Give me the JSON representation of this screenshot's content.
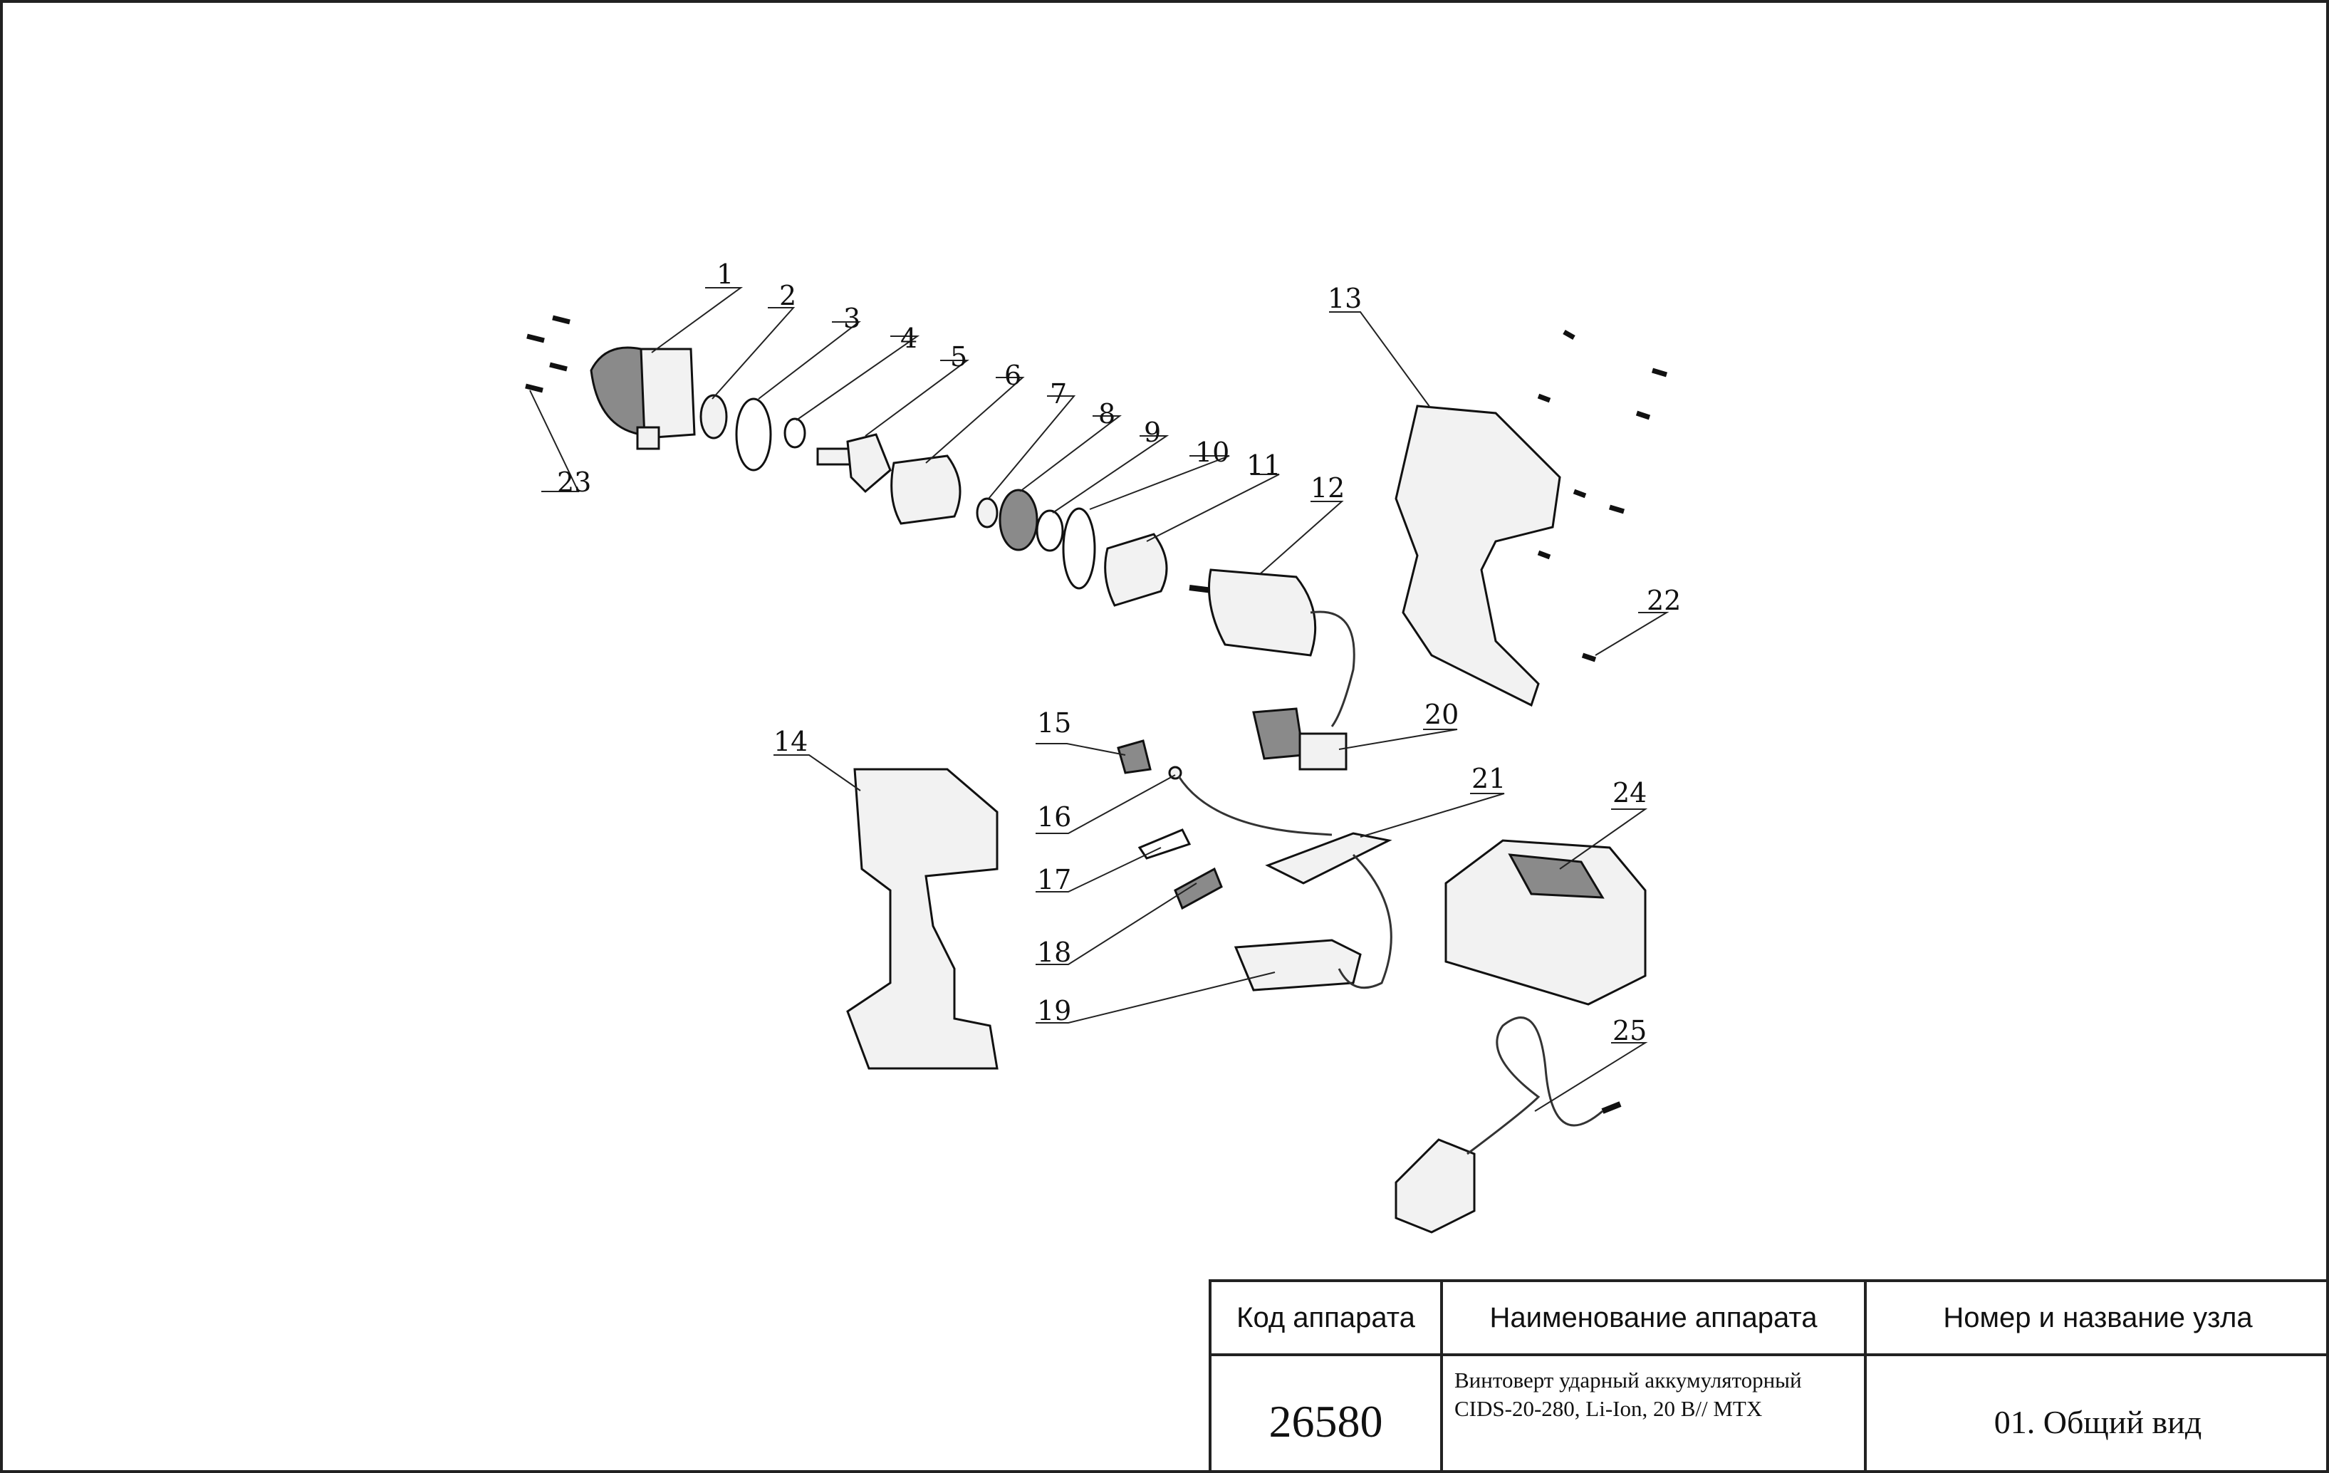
{
  "diagram": {
    "callouts": [
      {
        "num": "1"
      },
      {
        "num": "2"
      },
      {
        "num": "3"
      },
      {
        "num": "4"
      },
      {
        "num": "5"
      },
      {
        "num": "6"
      },
      {
        "num": "7"
      },
      {
        "num": "8"
      },
      {
        "num": "9"
      },
      {
        "num": "10"
      },
      {
        "num": "11"
      },
      {
        "num": "12"
      },
      {
        "num": "13"
      },
      {
        "num": "14"
      },
      {
        "num": "15"
      },
      {
        "num": "16"
      },
      {
        "num": "17"
      },
      {
        "num": "18"
      },
      {
        "num": "19"
      },
      {
        "num": "20"
      },
      {
        "num": "21"
      },
      {
        "num": "22"
      },
      {
        "num": "23"
      },
      {
        "num": "24"
      },
      {
        "num": "25"
      }
    ]
  },
  "title_block": {
    "header_code": "Код аппарата",
    "header_name": "Наименование аппарата",
    "header_unit": "Номер и название узла",
    "code": "26580",
    "name_line1": "Винтоверт ударный аккумуляторный",
    "name_line2": "CIDS-20-280, Li-Ion, 20 В// MTX",
    "unit": "01. Общий вид"
  }
}
